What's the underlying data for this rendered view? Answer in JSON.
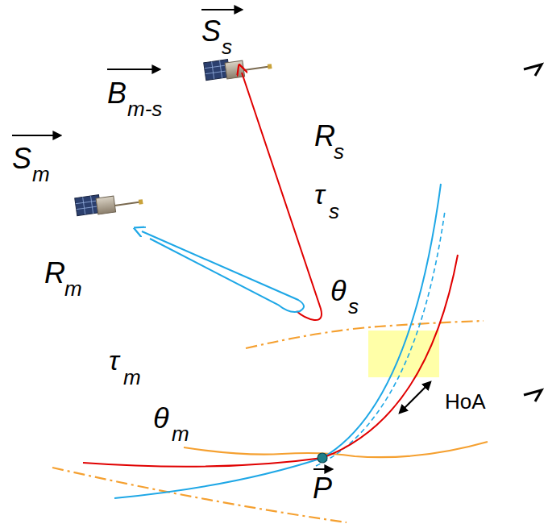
{
  "diagram": {
    "labels": [
      "S",
      "s",
      "B",
      "m-s",
      "S",
      "m",
      "R",
      "s",
      "τ",
      "s",
      "R",
      "m",
      "θ",
      "s",
      "τ",
      "m",
      "θ",
      "m",
      "HoA",
      "P"
    ]
  }
}
